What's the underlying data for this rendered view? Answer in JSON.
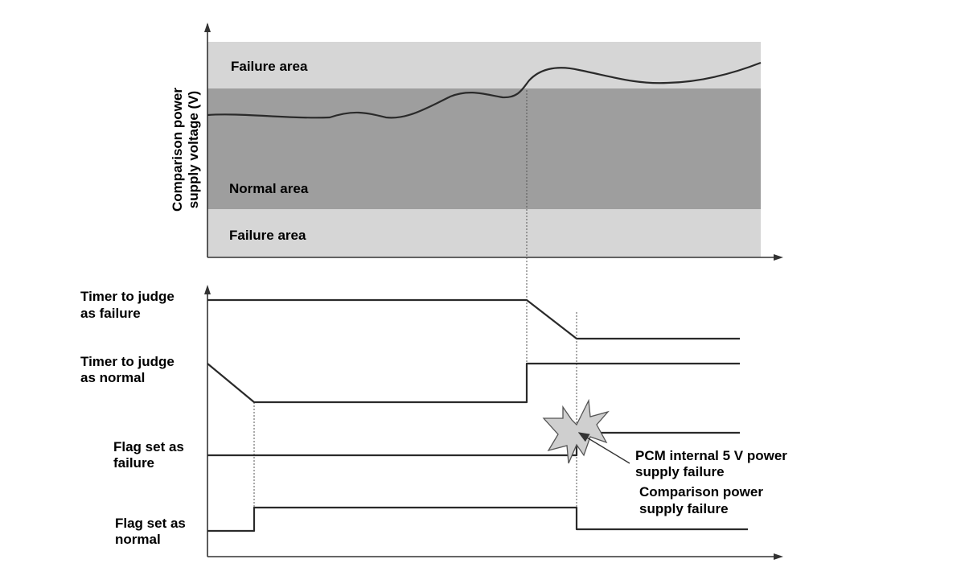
{
  "voltage_plot": {
    "y_axis_label_line1": "Comparison power",
    "y_axis_label_line2": "supply voltage (V)",
    "upper_region_label": "Failure area",
    "middle_region_label": "Normal area",
    "lower_region_label": "Failure area",
    "colors": {
      "failure_area": "#d6d6d6",
      "normal_area": "#9e9e9e",
      "trace": "#2a2a2a"
    }
  },
  "timing_chart": {
    "signals": [
      {
        "line1": "Timer to judge",
        "line2": "as failure"
      },
      {
        "line1": "Timer to judge",
        "line2": "as normal"
      },
      {
        "line1": "Flag set as",
        "line2": "failure"
      },
      {
        "line1": "Flag set as",
        "line2": "normal"
      }
    ]
  },
  "annotations": {
    "pcm_failure_line1": "PCM internal 5 V power",
    "pcm_failure_line2": "supply failure",
    "comparison_failure_line1": "Comparison power",
    "comparison_failure_line2": "supply failure",
    "burst_color": "#cfcfcf"
  }
}
